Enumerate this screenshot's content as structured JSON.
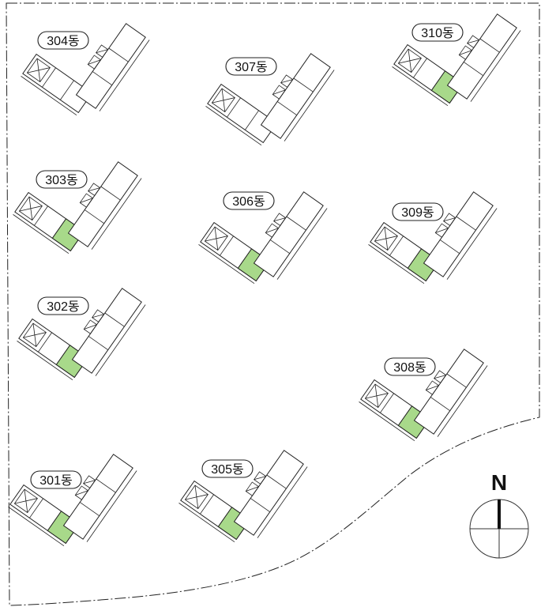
{
  "buildings": [
    {
      "label": "304동",
      "highlighted": false
    },
    {
      "label": "307동",
      "highlighted": false
    },
    {
      "label": "310동",
      "highlighted": true
    },
    {
      "label": "303동",
      "highlighted": true
    },
    {
      "label": "306동",
      "highlighted": true
    },
    {
      "label": "309동",
      "highlighted": true
    },
    {
      "label": "302동",
      "highlighted": true
    },
    {
      "label": "308동",
      "highlighted": true
    },
    {
      "label": "301동",
      "highlighted": true
    },
    {
      "label": "305동",
      "highlighted": true
    }
  ],
  "compass": {
    "north_label": "N"
  },
  "colors": {
    "highlight": "#a8d98a",
    "line": "#222222"
  }
}
